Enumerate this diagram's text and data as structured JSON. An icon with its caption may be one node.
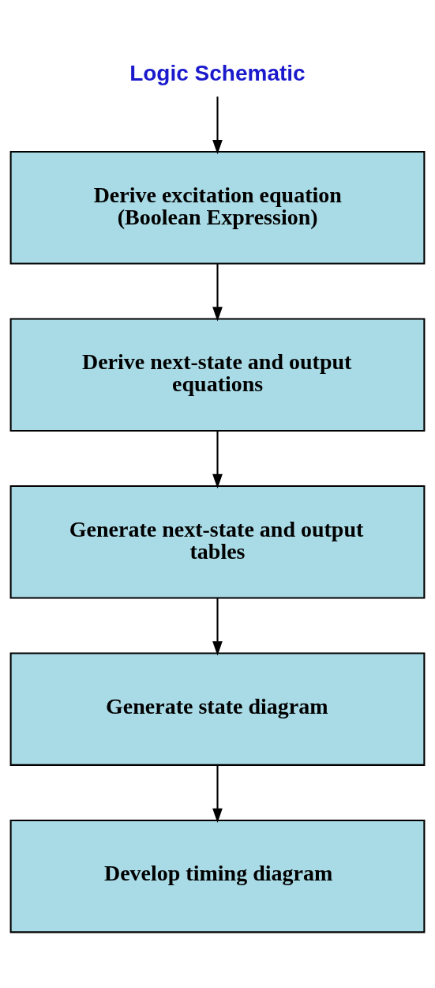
{
  "diagram": {
    "nodes": [
      {
        "text": [
          "Logic Schematic"
        ]
      },
      {
        "text": [
          "Derive excitation equation (Boolean Expression)"
        ]
      },
      {
        "text": [
          "Derive next-state and output equations"
        ]
      },
      {
        "text": [
          "Generate next-state and output tables"
        ]
      },
      {
        "text": [
          "Generate state diagram"
        ]
      },
      {
        "text": [
          "Develop timing diagram"
        ]
      }
    ],
    "edges": [
      {
        "from": 0,
        "to": 1,
        "arrow": "to"
      },
      {
        "from": 1,
        "to": 2,
        "arrow": "to"
      },
      {
        "from": 2,
        "to": 3,
        "arrow": "to"
      },
      {
        "from": 3,
        "to": 4,
        "arrow": "to"
      },
      {
        "from": 4,
        "to": 5,
        "arrow": "to"
      }
    ]
  }
}
